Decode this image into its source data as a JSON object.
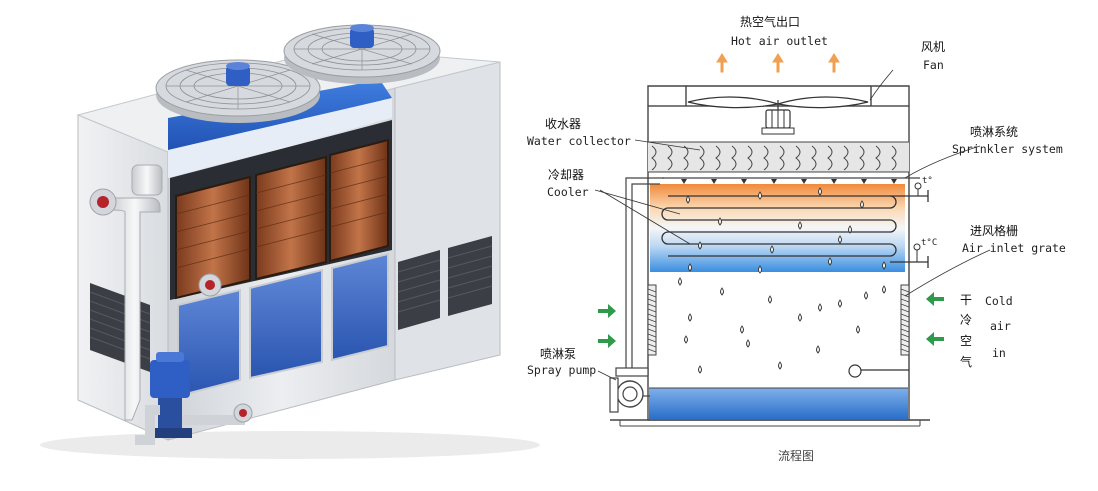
{
  "labels": {
    "hot_air_cn": "热空气出口",
    "hot_air_en": "Hot air outlet",
    "fan_cn": "风机",
    "fan_en": "Fan",
    "water_collector_cn": "收水器",
    "water_collector_en": "Water collector",
    "sprinkler_cn": "喷淋系统",
    "sprinkler_en": "Sprinkler system",
    "cooler_cn": "冷却器",
    "cooler_en": "Cooler",
    "air_inlet_cn": "进风格栅",
    "air_inlet_en": "Air inlet grate",
    "cold_cn_1": "干",
    "cold_cn_2": "冷",
    "cold_cn_3": "空",
    "cold_cn_4": "气",
    "cold_en_1": "Cold",
    "cold_en_2": "air",
    "cold_en_3": "in",
    "spray_pump_cn": "喷淋泵",
    "spray_pump_en": "Spray pump",
    "caption": "流程图",
    "temp_top": "t°",
    "temp_bottom": "t°C"
  },
  "colors": {
    "arrow_orange": "#f0a050",
    "arrow_green": "#2e9a4a",
    "hot_coil": "#f08a3a",
    "cold_coil": "#3a8ee0",
    "basin_water": "#2a6fc9",
    "unit_panel": "#e6e8eb",
    "unit_blue": "#2f5fc4",
    "coil_copper": "#b5653a"
  },
  "icons": {
    "photo": "closed-cooling-tower-photo",
    "fan": "fan-icon",
    "motor": "motor-icon",
    "pump": "pump-icon",
    "thermometer": "thermometer-icon",
    "float_valve": "float-valve-icon",
    "droplet": "water-droplet-icon"
  }
}
